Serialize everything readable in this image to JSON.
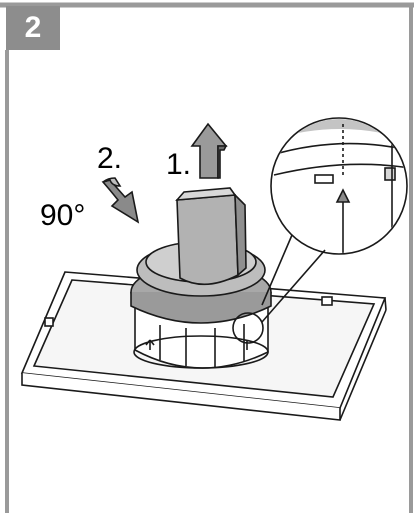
{
  "step": {
    "number": "2"
  },
  "labels": {
    "step_two": "2.",
    "step_one": "1.",
    "angle": "90°"
  },
  "colors": {
    "frame_gray": "#9a9a9a",
    "badge": "#8d8d8d",
    "part_dark": "#a8a8a8",
    "part_light": "#d6d6d6",
    "line": "#1a1a1a"
  },
  "icons": {
    "up_arrow": "arrow-up-icon",
    "rotate_arrow": "rotate-arrow-icon"
  }
}
